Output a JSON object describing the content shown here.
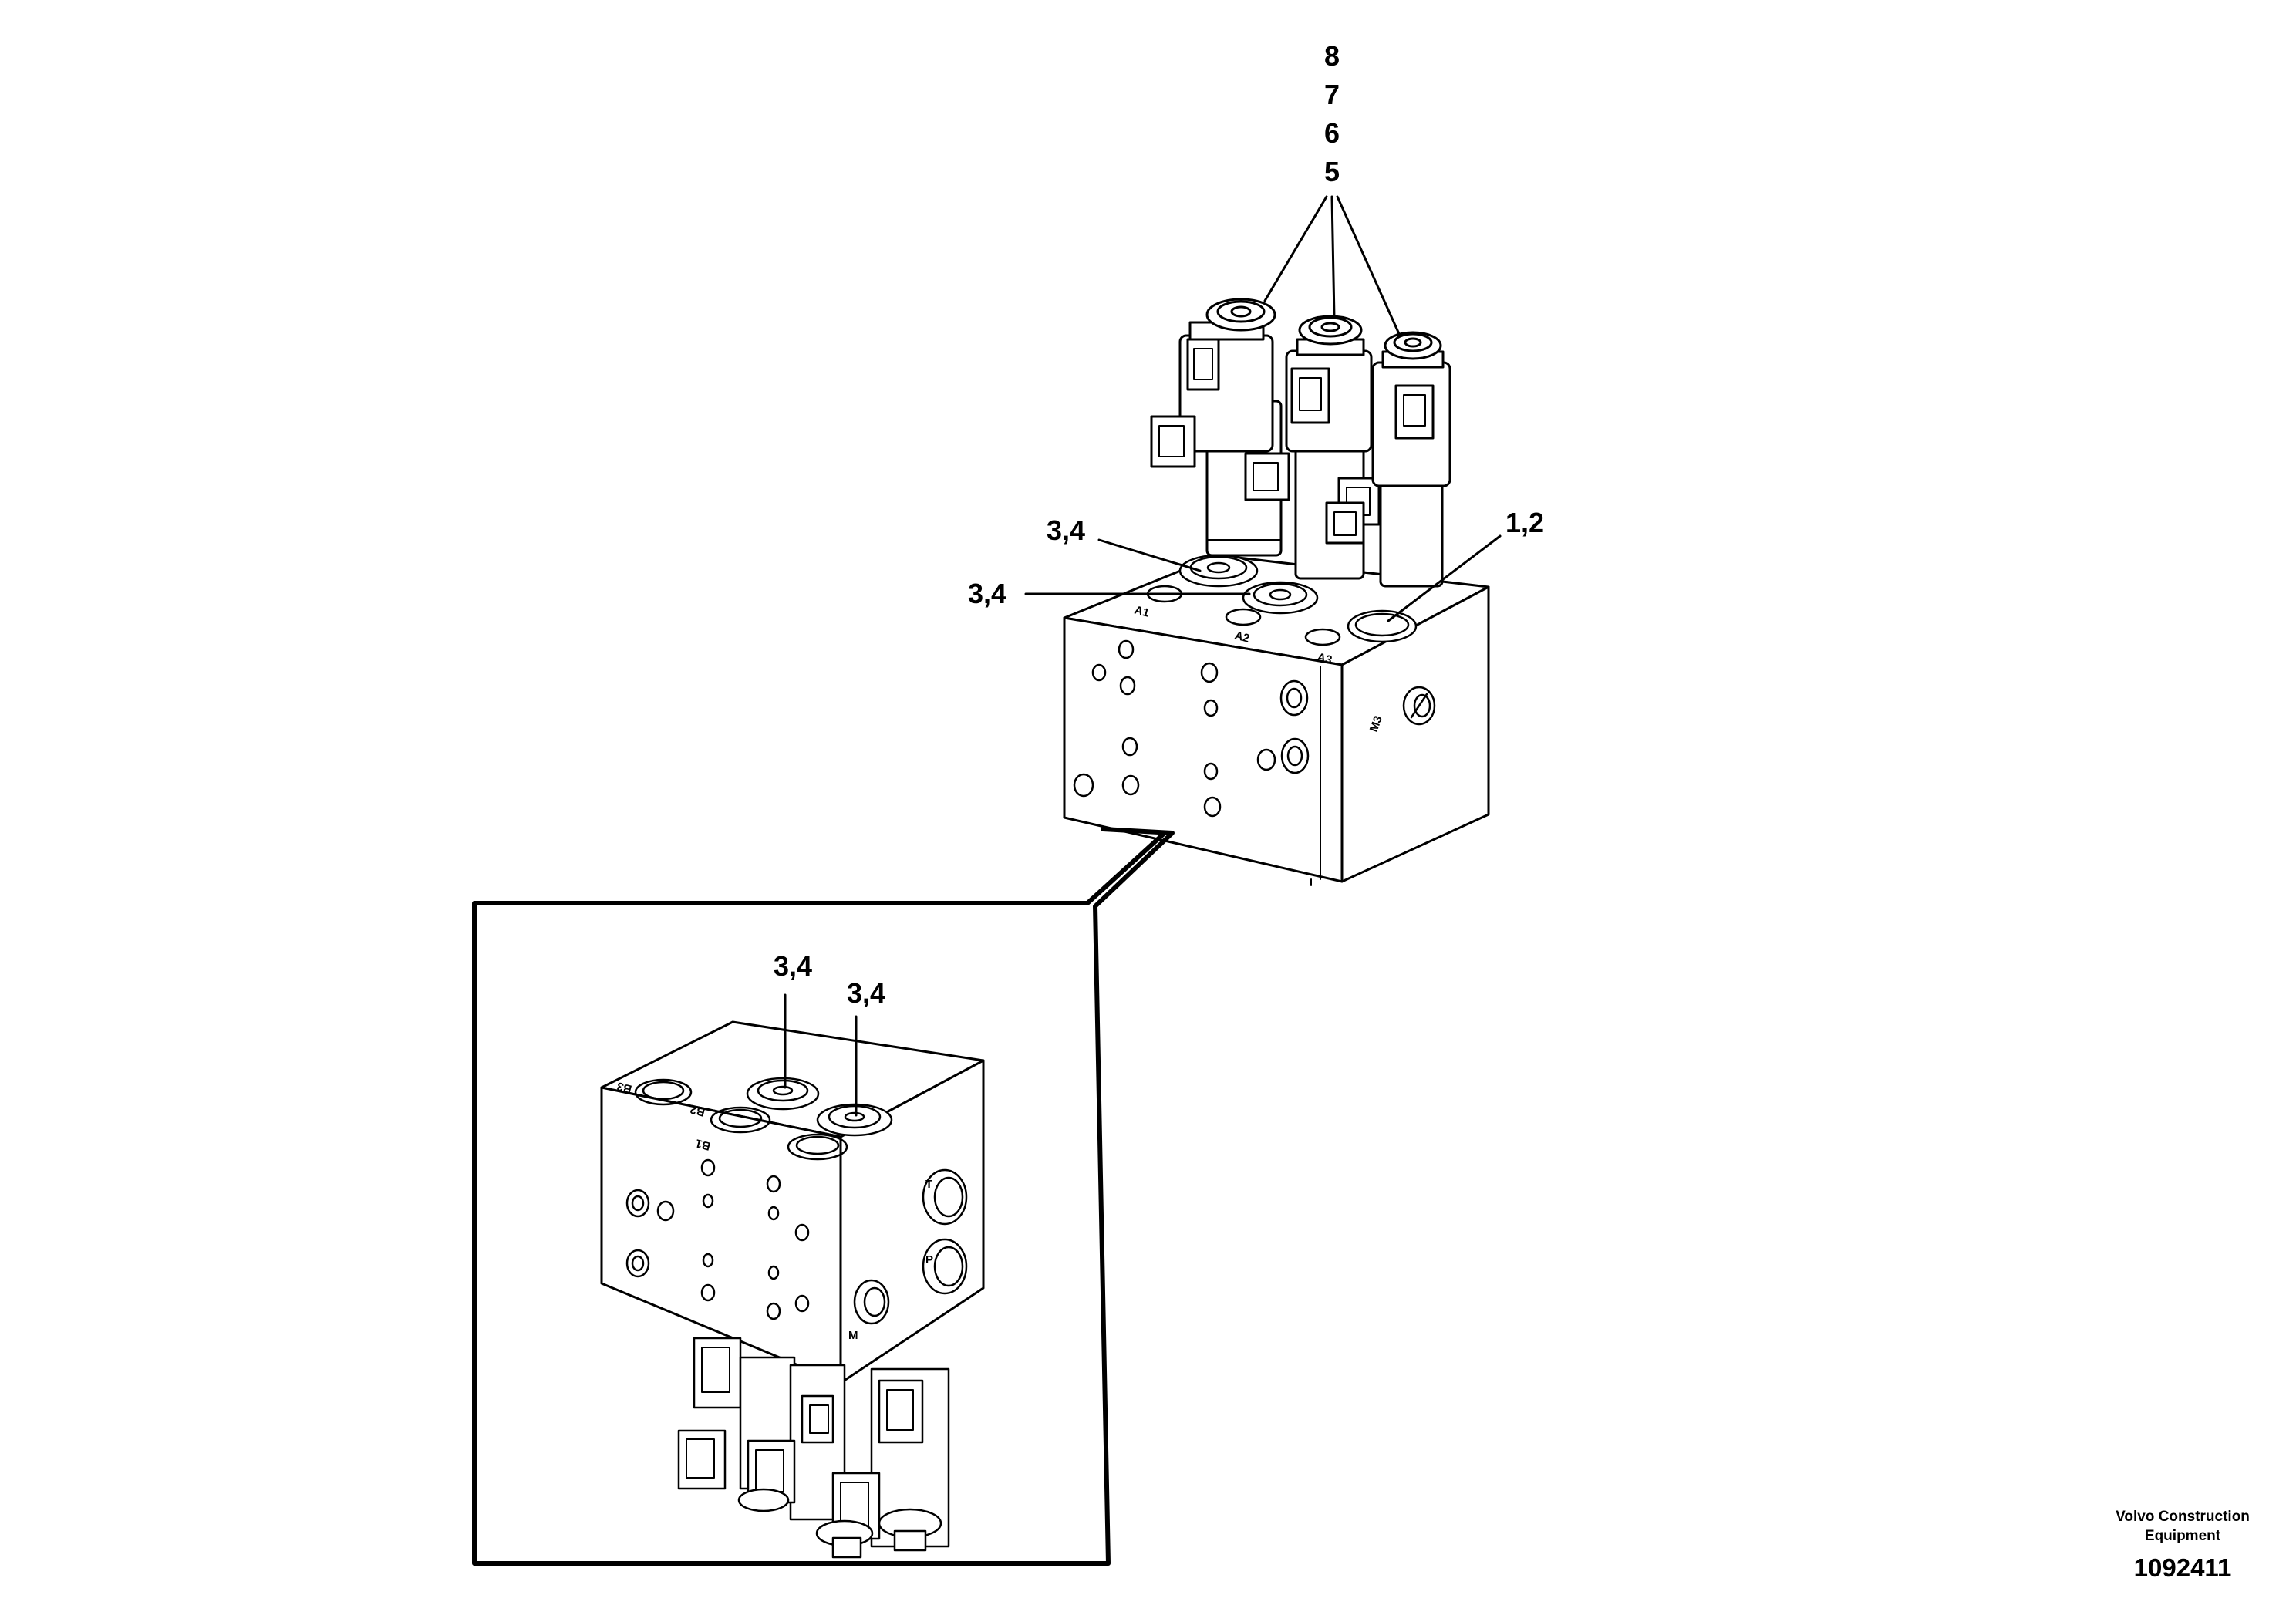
{
  "callouts": {
    "stack_8": "8",
    "stack_7": "7",
    "stack_6": "6",
    "stack_5": "5",
    "main_upper_34": "3,4",
    "main_lower_34": "3,4",
    "main_12": "1,2",
    "detail_left_34": "3,4",
    "detail_right_34": "3,4"
  },
  "port_marks": {
    "a1": "A1",
    "a2": "A2",
    "a3": "A3",
    "m3": "M3",
    "b1": "B1",
    "b2": "B2",
    "b3": "B3",
    "t": "T",
    "p": "P",
    "m": "M"
  },
  "footer": {
    "company_line1": "Volvo Construction",
    "company_line2": "Equipment",
    "drawing_number": "1092411"
  },
  "colors": {
    "line": "#000000",
    "background": "#ffffff"
  }
}
